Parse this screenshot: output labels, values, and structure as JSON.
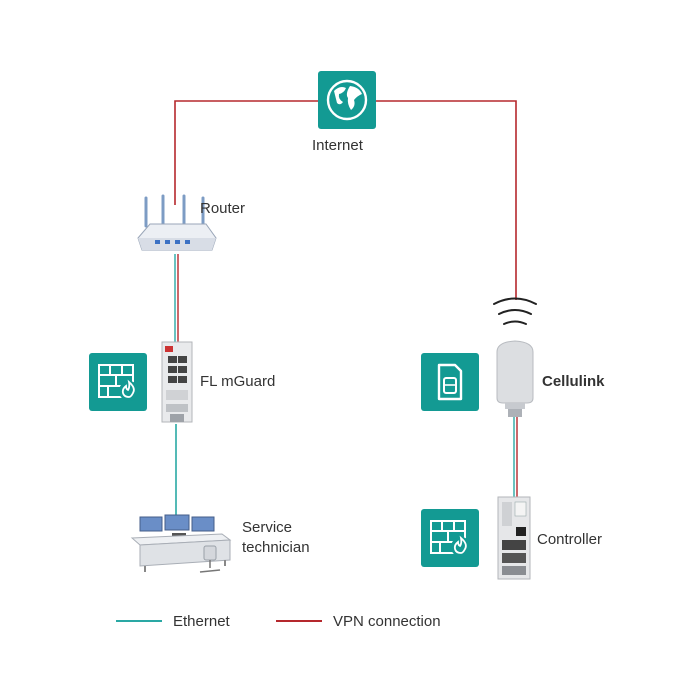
{
  "labels": {
    "internet": "Internet",
    "router": "Router",
    "mguard": "FL mGuard",
    "cellulink": "Cellulink",
    "controller": "Controller",
    "service_line1": "Service",
    "service_line2": "technician"
  },
  "legend": {
    "ethernet": "Ethernet",
    "vpn": "VPN connection"
  },
  "colors": {
    "teal": "#139a93",
    "vpn_red": "#b5282d",
    "ethernet": "#2aa8a4"
  },
  "icons": {
    "internet": "globe-icon",
    "mguard": "firewall-icon",
    "cellulink": "sim-card-icon",
    "controller": "firewall-icon"
  }
}
